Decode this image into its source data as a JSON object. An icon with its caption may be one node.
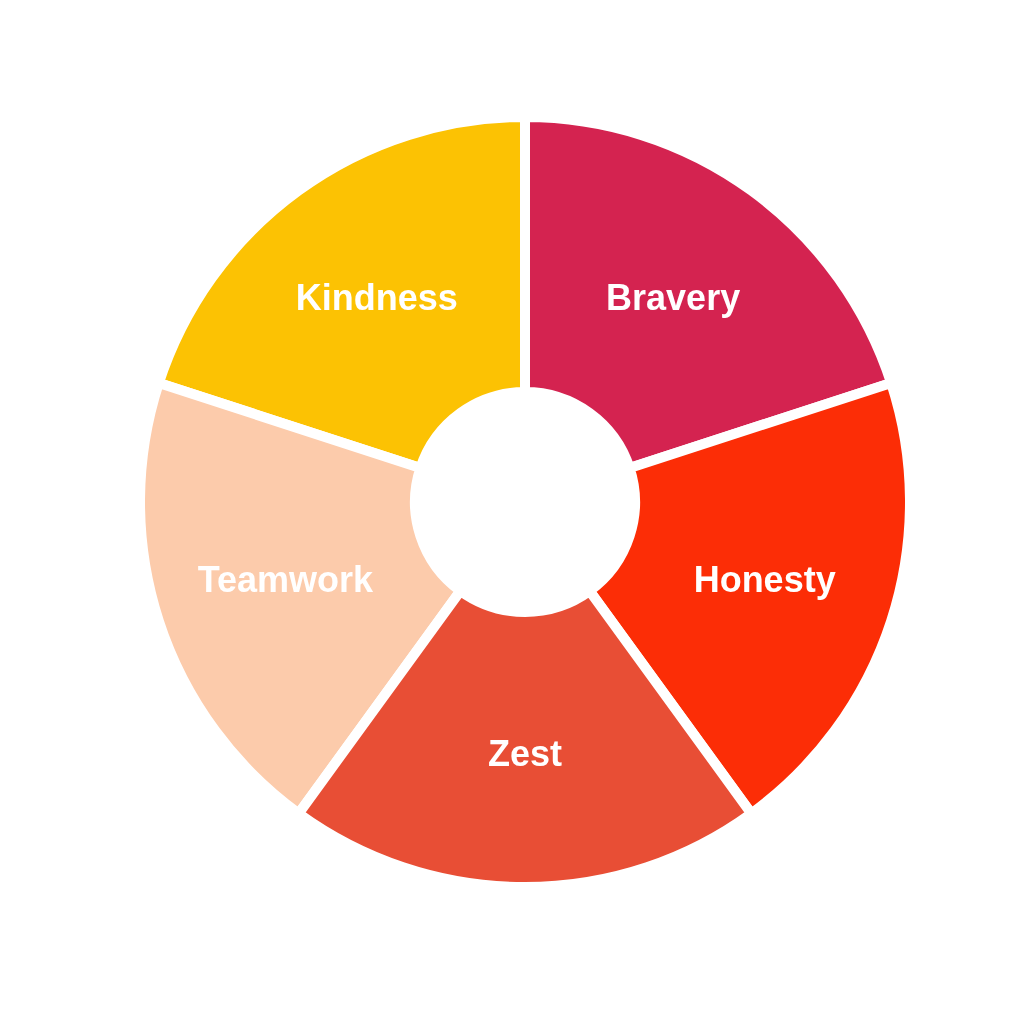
{
  "diagram": {
    "nodes": [
      {
        "text": [
          "Kindness"
        ]
      },
      {
        "text": [
          "Bravery"
        ]
      },
      {
        "text": [
          "Teamwork"
        ]
      },
      {
        "text": [
          "Honesty"
        ]
      },
      {
        "text": [
          "Zest"
        ]
      }
    ]
  }
}
